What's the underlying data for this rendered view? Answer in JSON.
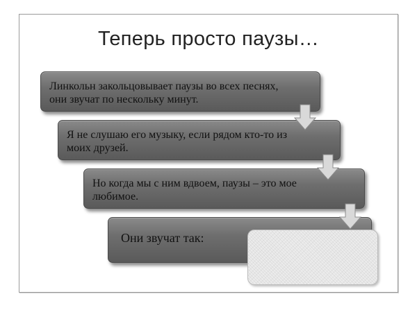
{
  "slide": {
    "title": "Теперь просто паузы…"
  },
  "steps": [
    {
      "text": "Линкольн закольцовывает паузы во всех песнях, они звучат по нескольку минут."
    },
    {
      "text": "Я не слушаю его музыку, если рядом кто-то из моих друзей."
    },
    {
      "text": "Но когда мы с ним вдвоем, паузы – это мое любимое."
    },
    {
      "text": "Они звучат так:"
    }
  ],
  "colors": {
    "box_fill": "#6e6e6e",
    "arrow_fill": "#d9d9d9"
  },
  "icons": {
    "connector": "down-arrow-icon"
  }
}
